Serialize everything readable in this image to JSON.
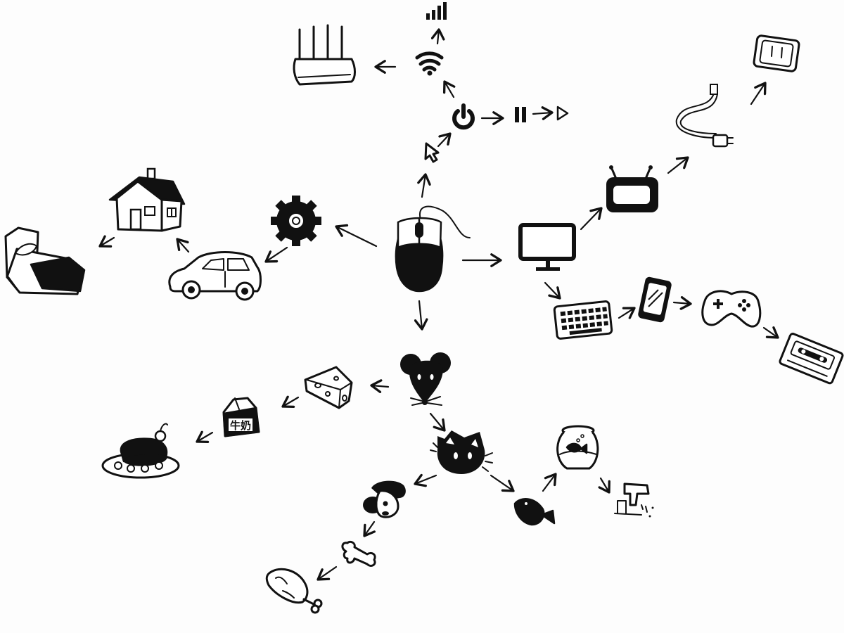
{
  "diagram": {
    "nodes": [
      {
        "id": "mouse",
        "icon": "computer-mouse-icon"
      },
      {
        "id": "cursor",
        "icon": "cursor-arrow-icon"
      },
      {
        "id": "power",
        "icon": "power-icon"
      },
      {
        "id": "pause",
        "icon": "pause-icon"
      },
      {
        "id": "play",
        "icon": "play-icon"
      },
      {
        "id": "wifi",
        "icon": "wifi-icon"
      },
      {
        "id": "signal",
        "icon": "signal-bars-icon"
      },
      {
        "id": "router",
        "icon": "router-icon"
      },
      {
        "id": "gear",
        "icon": "gear-icon"
      },
      {
        "id": "car",
        "icon": "car-icon"
      },
      {
        "id": "house",
        "icon": "house-icon"
      },
      {
        "id": "bed",
        "icon": "bed-icon"
      },
      {
        "id": "monitor",
        "icon": "monitor-icon"
      },
      {
        "id": "tv",
        "icon": "tv-icon"
      },
      {
        "id": "cable",
        "icon": "power-cable-icon"
      },
      {
        "id": "socket",
        "icon": "wall-socket-icon"
      },
      {
        "id": "keyboard",
        "icon": "keyboard-icon"
      },
      {
        "id": "phone",
        "icon": "smartphone-icon"
      },
      {
        "id": "gamepad",
        "icon": "gamepad-icon"
      },
      {
        "id": "cassette",
        "icon": "cassette-icon"
      },
      {
        "id": "rat",
        "icon": "rat-head-icon"
      },
      {
        "id": "cheese",
        "icon": "cheese-icon"
      },
      {
        "id": "milk",
        "icon": "milk-carton-icon",
        "label": "牛奶"
      },
      {
        "id": "cake",
        "icon": "cake-icon"
      },
      {
        "id": "cat",
        "icon": "cat-head-icon"
      },
      {
        "id": "dog",
        "icon": "dog-head-icon"
      },
      {
        "id": "bone",
        "icon": "bone-icon"
      },
      {
        "id": "drumstick",
        "icon": "drumstick-icon"
      },
      {
        "id": "fish",
        "icon": "fish-icon"
      },
      {
        "id": "fishbowl",
        "icon": "fishbowl-icon"
      },
      {
        "id": "faucet",
        "icon": "faucet-icon"
      }
    ],
    "edges": [
      [
        "mouse",
        "cursor"
      ],
      [
        "cursor",
        "power"
      ],
      [
        "power",
        "pause"
      ],
      [
        "pause",
        "play"
      ],
      [
        "power",
        "wifi"
      ],
      [
        "wifi",
        "signal"
      ],
      [
        "wifi",
        "router"
      ],
      [
        "mouse",
        "gear"
      ],
      [
        "gear",
        "car"
      ],
      [
        "car",
        "house"
      ],
      [
        "house",
        "bed"
      ],
      [
        "mouse",
        "monitor"
      ],
      [
        "monitor",
        "tv"
      ],
      [
        "tv",
        "cable"
      ],
      [
        "cable",
        "socket"
      ],
      [
        "monitor",
        "keyboard"
      ],
      [
        "keyboard",
        "phone"
      ],
      [
        "phone",
        "gamepad"
      ],
      [
        "gamepad",
        "cassette"
      ],
      [
        "mouse",
        "rat"
      ],
      [
        "rat",
        "cheese"
      ],
      [
        "cheese",
        "milk"
      ],
      [
        "milk",
        "cake"
      ],
      [
        "rat",
        "cat"
      ],
      [
        "cat",
        "dog"
      ],
      [
        "dog",
        "bone"
      ],
      [
        "bone",
        "drumstick"
      ],
      [
        "cat",
        "fish"
      ],
      [
        "fish",
        "fishbowl"
      ],
      [
        "fishbowl",
        "faucet"
      ]
    ]
  }
}
